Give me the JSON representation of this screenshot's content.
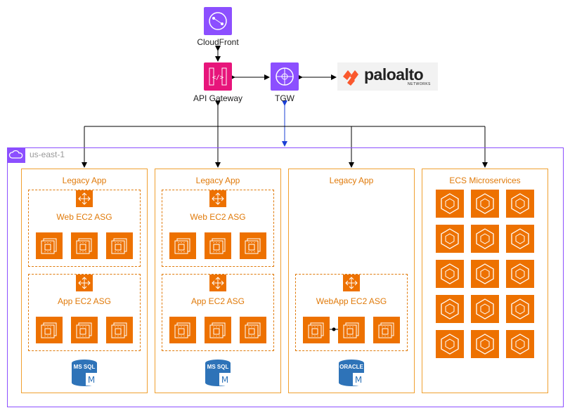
{
  "top": {
    "cloudfront_label": "CloudFront",
    "apigw_label": "API Gateway",
    "tgw_label": "TGW",
    "paloalto": {
      "brand": "paloalto",
      "sub": "NETWORKS"
    }
  },
  "region": {
    "label": "us-east-1"
  },
  "apps": [
    {
      "title": "Legacy App",
      "web_asg": "Web EC2 ASG",
      "app_asg": "App EC2 ASG",
      "db": "MS SQL"
    },
    {
      "title": "Legacy App",
      "web_asg": "Web EC2 ASG",
      "app_asg": "App EC2 ASG",
      "db": "MS SQL"
    },
    {
      "title": "Legacy App",
      "webapp_asg": "WebApp EC2 ASG",
      "db": "ORACLE"
    }
  ],
  "ecs": {
    "title": "ECS Microservices"
  },
  "colors": {
    "purple": "#8c4fff",
    "orange": "#ed7100",
    "pink": "#e7157b",
    "db_blue": "#2e73b8"
  }
}
